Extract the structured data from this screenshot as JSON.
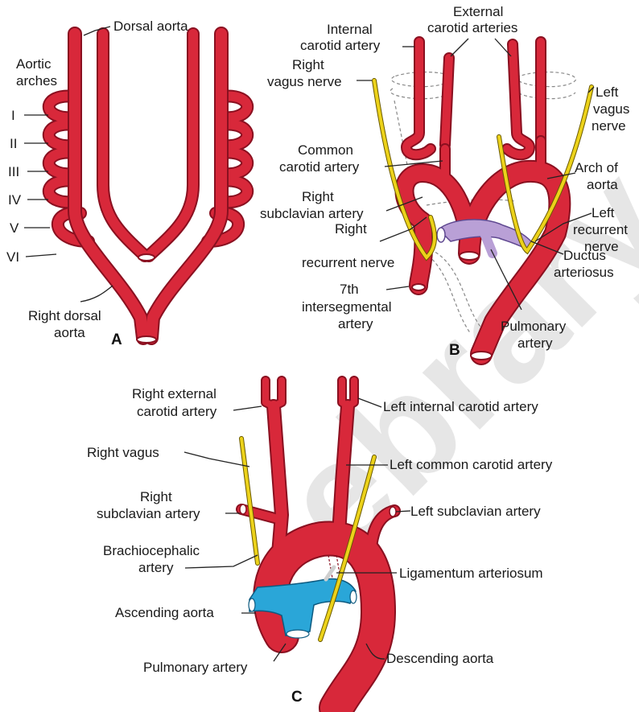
{
  "colors": {
    "artery": "#d8283a",
    "artery_outline": "#8a1020",
    "nerve": "#ecd21a",
    "pulmonary_early": "#b9a0d6",
    "pulmonary": "#2aa6d8",
    "watermark": "#e6e6e6"
  },
  "panelA": {
    "letter": "A",
    "dorsal_aorta": "Dorsal aorta",
    "aortic_arches_1": "Aortic",
    "aortic_arches_2": "arches",
    "arch_I": "I",
    "arch_II": "II",
    "arch_III": "III",
    "arch_IV": "IV",
    "arch_V": "V",
    "arch_VI": "VI",
    "right_dorsal_aorta_1": "Right dorsal",
    "right_dorsal_aorta_2": "aorta"
  },
  "panelB": {
    "letter": "B",
    "internal_carotid_1": "Internal",
    "internal_carotid_2": "carotid artery",
    "external_carotid_1": "External",
    "external_carotid_2": "carotid arteries",
    "right_vagus_1": "Right",
    "right_vagus_2": "vagus nerve",
    "left_vagus_1": "Left",
    "left_vagus_2": "vagus",
    "left_vagus_3": "nerve",
    "common_carotid_1": "Common",
    "common_carotid_2": "carotid artery",
    "arch_of_aorta_1": "Arch of",
    "arch_of_aorta_2": "aorta",
    "right_subclavian_1": "Right",
    "right_subclavian_2": "subclavian artery",
    "left_recurrent_1": "Left",
    "left_recurrent_2": "recurrent",
    "left_recurrent_3": "nerve",
    "right_recurrent_1": "Right",
    "right_recurrent_2": "recurrent nerve",
    "ductus_1": "Ductus",
    "ductus_2": "arteriosus",
    "intersegmental_1": "7th",
    "intersegmental_2": "intersegmental",
    "intersegmental_3": "artery",
    "pulmonary_1": "Pulmonary",
    "pulmonary_2": "artery"
  },
  "panelC": {
    "letter": "C",
    "right_external_carotid_1": "Right external",
    "right_external_carotid_2": "carotid artery",
    "left_internal_carotid": "Left internal carotid artery",
    "right_vagus": "Right vagus",
    "left_common_carotid": "Left common carotid artery",
    "right_subclavian_1": "Right",
    "right_subclavian_2": "subclavian artery",
    "left_subclavian": "Left subclavian artery",
    "brachiocephalic_1": "Brachiocephalic",
    "brachiocephalic_2": "artery",
    "ligamentum": "Ligamentum arteriosum",
    "ascending_aorta": "Ascending aorta",
    "pulmonary_artery": "Pulmonary artery",
    "descending_aorta": "Descending aorta"
  },
  "watermark": "ebrary"
}
